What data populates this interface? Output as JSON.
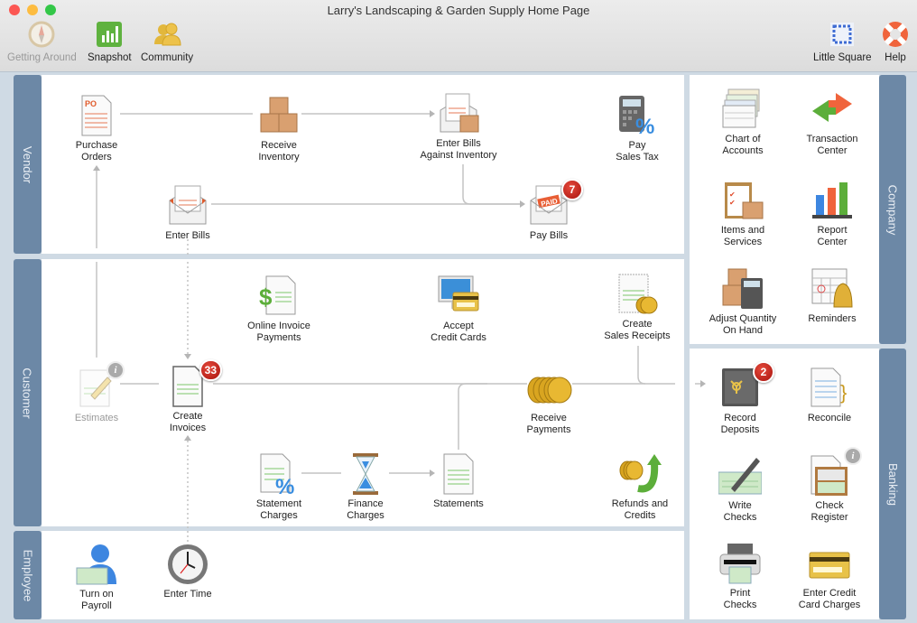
{
  "window": {
    "title": "Larry's Landscaping & Garden Supply Home Page",
    "traffic_lights": {
      "close": "#fc5753",
      "minimize": "#fdbc40",
      "maximize": "#33c748"
    }
  },
  "toolbar": {
    "left": [
      {
        "label": "Getting Around",
        "icon": "compass-icon",
        "disabled": true
      },
      {
        "label": "Snapshot",
        "icon": "bar-chart-icon"
      },
      {
        "label": "Community",
        "icon": "people-icon"
      }
    ],
    "right": [
      {
        "label": "Little Square",
        "icon": "square-select-icon"
      },
      {
        "label": "Help",
        "icon": "lifebuoy-icon"
      }
    ]
  },
  "sections": {
    "vendor": "Vendor",
    "customer": "Customer",
    "employee": "Employee",
    "company": "Company",
    "banking": "Banking"
  },
  "vendor": {
    "purchase_orders": "Purchase\nOrders",
    "receive_inventory": "Receive\nInventory",
    "enter_bills_inventory": "Enter Bills\nAgainst Inventory",
    "pay_sales_tax": "Pay\nSales Tax",
    "enter_bills": "Enter Bills",
    "pay_bills": "Pay Bills",
    "pay_bills_badge": "7"
  },
  "customer": {
    "online_invoice": "Online Invoice\nPayments",
    "accept_cards": "Accept\nCredit Cards",
    "sales_receipts": "Create\nSales Receipts",
    "estimates": "Estimates",
    "create_invoices": "Create\nInvoices",
    "create_invoices_badge": "33",
    "receive_payments": "Receive\nPayments",
    "statement_charges": "Statement\nCharges",
    "finance_charges": "Finance\nCharges",
    "statements": "Statements",
    "refunds": "Refunds and\nCredits"
  },
  "employee": {
    "payroll": "Turn on\nPayroll",
    "enter_time": "Enter Time"
  },
  "company": {
    "chart_accounts": "Chart of\nAccounts",
    "transaction_center": "Transaction\nCenter",
    "items_services": "Items and\nServices",
    "report_center": "Report\nCenter",
    "adjust_qty": "Adjust Quantity\nOn Hand",
    "reminders": "Reminders"
  },
  "banking": {
    "record_deposits": "Record\nDeposits",
    "record_deposits_badge": "2",
    "reconcile": "Reconcile",
    "write_checks": "Write\nChecks",
    "check_register": "Check\nRegister",
    "print_checks": "Print\nChecks",
    "enter_cc": "Enter Credit\nCard Charges"
  },
  "colors": {
    "tab": "#6c88a6",
    "badge": "#c4201a",
    "line": "#c4c4c4",
    "bg": "#cfdae4"
  }
}
